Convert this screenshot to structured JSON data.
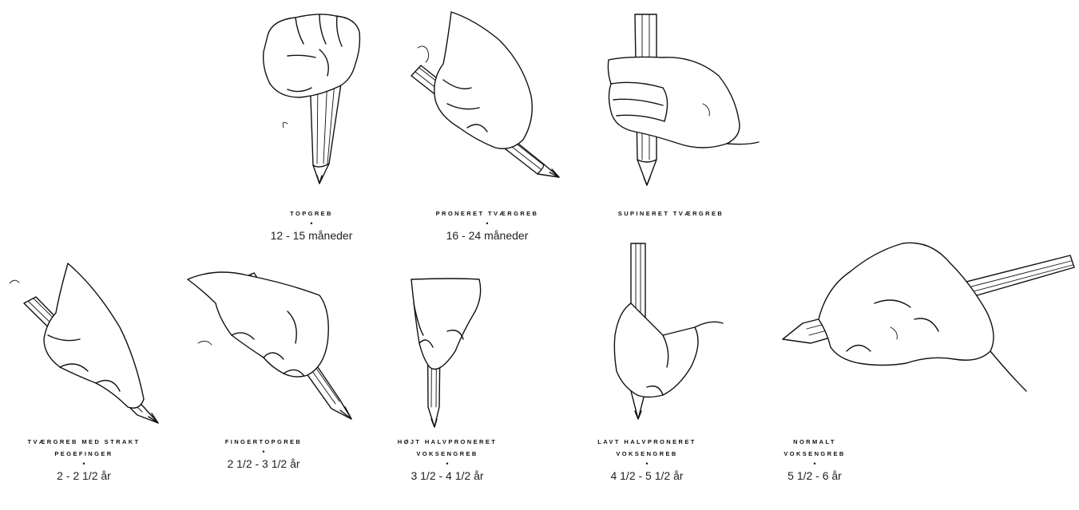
{
  "grips": [
    {
      "label": "TOPGREB",
      "age": "12 - 15 måneder",
      "bullet": "•"
    },
    {
      "label": "PRONERET TVÆRGREB",
      "age": "16 - 24 måneder",
      "bullet": "•"
    },
    {
      "label": "SUPINERET TVÆRGREB",
      "age": "",
      "bullet": ""
    },
    {
      "label_line1": "TVÆRGREB MED STRAKT",
      "label_line2": "PEGEFINGER",
      "age": "2 - 2 1/2 år",
      "bullet": "•"
    },
    {
      "label_line1": "FINGERTOPGREB",
      "label_line2": "",
      "age": "2 1/2 - 3 1/2 år",
      "bullet": "•"
    },
    {
      "label_line1": "HØJT HALVPRONERET",
      "label_line2": "VOKSENGREB",
      "age": "3 1/2 - 4 1/2 år",
      "bullet": "•"
    },
    {
      "label_line1": "LAVT HALVPRONERET",
      "label_line2": "VOKSENGREB",
      "age": "4 1/2 - 5 1/2 år",
      "bullet": "•"
    },
    {
      "label_line1": "NORMALT",
      "label_line2": "VOKSENGREB",
      "age": "5 1/2 - 6 år",
      "bullet": "•"
    }
  ]
}
